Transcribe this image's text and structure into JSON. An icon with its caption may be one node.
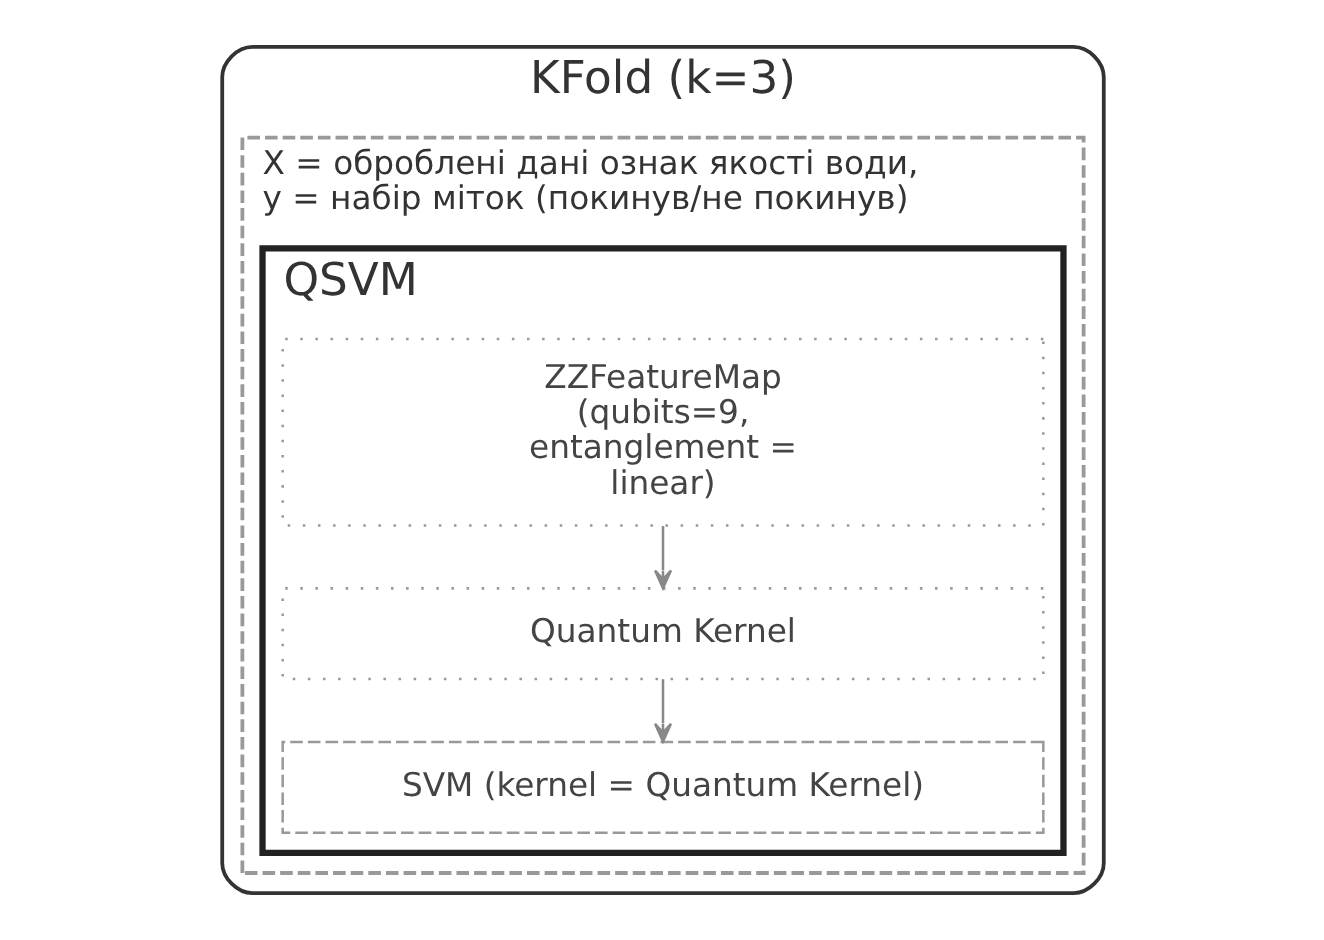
{
  "diagram": {
    "nodes": [
      {
        "text": [
          "KFold (k=3)"
        ]
      },
      {
        "text": [
          "X = оброблені дані ознак якості води, y = набір міток (покинув/не покинув)"
        ],
        "in": 0
      },
      {
        "text": [
          "QSVM"
        ],
        "in": 1
      },
      {
        "text": [
          "ZZFeatureMap (qubits=9, entanglement = linear)"
        ],
        "in": 2
      },
      {
        "text": [
          "Quantum Kernel"
        ],
        "in": 2
      },
      {
        "text": [
          "SVM (kernel = Quantum Kernel)"
        ],
        "in": 2
      }
    ],
    "edges": [
      {
        "from": 3,
        "to": 4,
        "arrow": "to"
      },
      {
        "from": 4,
        "to": 5,
        "arrow": "to"
      }
    ]
  }
}
